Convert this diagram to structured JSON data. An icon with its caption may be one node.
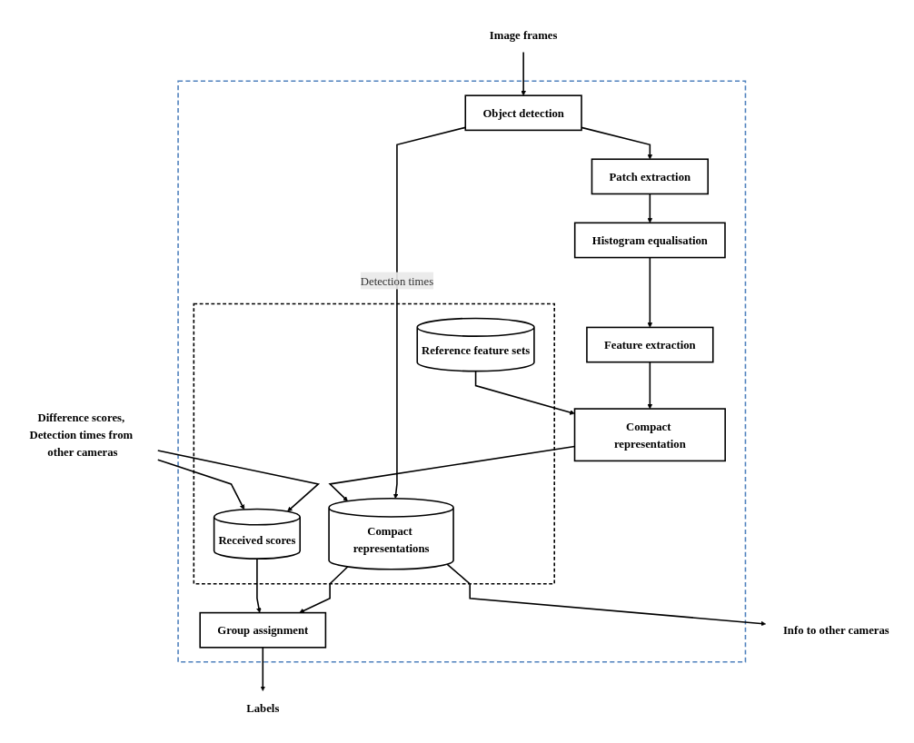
{
  "diagram": {
    "nodes": [
      {
        "text": [],
        "shape": "box"
      },
      {
        "text": [
          "Image frames"
        ]
      },
      {
        "text": [
          "Difference scores, Detection times from other cameras"
        ]
      },
      {
        "text": [
          "Object detection"
        ],
        "in": 0
      },
      {
        "text": [
          "Patch extraction"
        ],
        "in": 0
      },
      {
        "text": [
          "Histogram equalisation"
        ],
        "in": 0
      },
      {
        "text": [
          "Feature extraction"
        ],
        "in": 0
      },
      {
        "text": [
          "Compact representation"
        ],
        "in": 0
      },
      {
        "text": [],
        "shape": "box",
        "in": 0
      },
      {
        "text": [
          "Received scores"
        ],
        "in": 8
      },
      {
        "text": [
          "Reference feature sets"
        ],
        "in": 8
      },
      {
        "text": [
          "Compact representations"
        ],
        "in": 8
      },
      {
        "text": [
          "Group assignment"
        ],
        "in": 0
      },
      {
        "text": [
          "Info to other cameras"
        ]
      },
      {
        "text": [
          "Labels"
        ]
      }
    ],
    "edges": [
      {
        "from": 1,
        "to": 3,
        "arrow": "to"
      },
      {
        "from": 3,
        "to": 4,
        "arrow": "to"
      },
      {
        "from": 4,
        "to": 5,
        "arrow": "to"
      },
      {
        "from": 5,
        "to": 6,
        "arrow": "to"
      },
      {
        "from": 6,
        "to": 7,
        "arrow": "to"
      },
      {
        "from": 2,
        "to": 9,
        "arrow": "to"
      },
      {
        "from": 2,
        "to": 9,
        "arrow": "to"
      },
      {
        "from": 10,
        "to": 7,
        "arrow": "to"
      },
      {
        "from": 7,
        "to": 11,
        "arrow": "to"
      },
      {
        "from": 3,
        "to": 11,
        "label": "Detection times",
        "arrow": "to"
      },
      {
        "from": 9,
        "to": 12,
        "arrow": "to"
      },
      {
        "from": 11,
        "to": 12,
        "arrow": "to"
      },
      {
        "from": 11,
        "to": 13,
        "arrow": "to"
      },
      {
        "from": 12,
        "to": 14,
        "arrow": "to"
      }
    ]
  }
}
